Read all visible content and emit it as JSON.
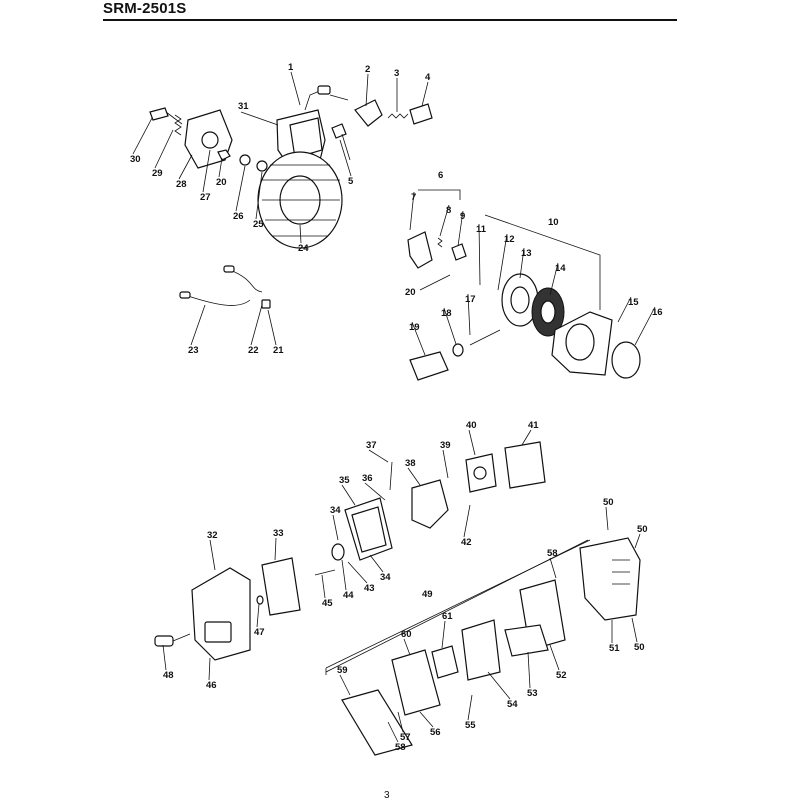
{
  "header": {
    "title": "SRM-2501S"
  },
  "footer": {
    "page_number": "3"
  },
  "callouts": [
    {
      "id": "c1",
      "text": "1"
    },
    {
      "id": "c2",
      "text": "2"
    },
    {
      "id": "c3",
      "text": "3"
    },
    {
      "id": "c4",
      "text": "4"
    },
    {
      "id": "c5",
      "text": "5"
    },
    {
      "id": "c6",
      "text": "6"
    },
    {
      "id": "c7",
      "text": "7"
    },
    {
      "id": "c8",
      "text": "8"
    },
    {
      "id": "c9",
      "text": "9"
    },
    {
      "id": "c10",
      "text": "10"
    },
    {
      "id": "c11",
      "text": "11"
    },
    {
      "id": "c12",
      "text": "12"
    },
    {
      "id": "c13",
      "text": "13"
    },
    {
      "id": "c14",
      "text": "14"
    },
    {
      "id": "c15",
      "text": "15"
    },
    {
      "id": "c16",
      "text": "16"
    },
    {
      "id": "c17",
      "text": "17"
    },
    {
      "id": "c18",
      "text": "18"
    },
    {
      "id": "c19",
      "text": "19"
    },
    {
      "id": "c20a",
      "text": "20"
    },
    {
      "id": "c20b",
      "text": "20"
    },
    {
      "id": "c21",
      "text": "21"
    },
    {
      "id": "c22",
      "text": "22"
    },
    {
      "id": "c23",
      "text": "23"
    },
    {
      "id": "c24",
      "text": "24"
    },
    {
      "id": "c25",
      "text": "25"
    },
    {
      "id": "c26",
      "text": "26"
    },
    {
      "id": "c27",
      "text": "27"
    },
    {
      "id": "c28",
      "text": "28"
    },
    {
      "id": "c29",
      "text": "29"
    },
    {
      "id": "c30",
      "text": "30"
    },
    {
      "id": "c31",
      "text": "31"
    },
    {
      "id": "c32",
      "text": "32"
    },
    {
      "id": "c33",
      "text": "33"
    },
    {
      "id": "c34a",
      "text": "34"
    },
    {
      "id": "c34b",
      "text": "34"
    },
    {
      "id": "c35",
      "text": "35"
    },
    {
      "id": "c36",
      "text": "36"
    },
    {
      "id": "c37",
      "text": "37"
    },
    {
      "id": "c38",
      "text": "38"
    },
    {
      "id": "c39",
      "text": "39"
    },
    {
      "id": "c40",
      "text": "40"
    },
    {
      "id": "c41",
      "text": "41"
    },
    {
      "id": "c42",
      "text": "42"
    },
    {
      "id": "c43",
      "text": "43"
    },
    {
      "id": "c44",
      "text": "44"
    },
    {
      "id": "c45",
      "text": "45"
    },
    {
      "id": "c46",
      "text": "46"
    },
    {
      "id": "c47",
      "text": "47"
    },
    {
      "id": "c48",
      "text": "48"
    },
    {
      "id": "c49",
      "text": "49"
    },
    {
      "id": "c50a",
      "text": "50"
    },
    {
      "id": "c50b",
      "text": "50"
    },
    {
      "id": "c50c",
      "text": "50"
    },
    {
      "id": "c51",
      "text": "51"
    },
    {
      "id": "c52",
      "text": "52"
    },
    {
      "id": "c53",
      "text": "53"
    },
    {
      "id": "c54",
      "text": "54"
    },
    {
      "id": "c55",
      "text": "55"
    },
    {
      "id": "c56",
      "text": "56"
    },
    {
      "id": "c57",
      "text": "57"
    },
    {
      "id": "c58a",
      "text": "58"
    },
    {
      "id": "c58b",
      "text": "58"
    },
    {
      "id": "c59",
      "text": "59"
    },
    {
      "id": "c60",
      "text": "60"
    },
    {
      "id": "c61",
      "text": "61"
    }
  ]
}
